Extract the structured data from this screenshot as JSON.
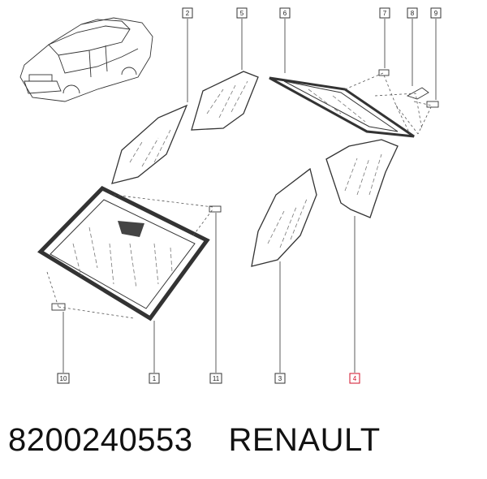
{
  "callouts": [
    {
      "label": "1",
      "highlight": false
    },
    {
      "label": "2",
      "highlight": false
    },
    {
      "label": "3",
      "highlight": false
    },
    {
      "label": "4",
      "highlight": true
    },
    {
      "label": "5",
      "highlight": false
    },
    {
      "label": "6",
      "highlight": false
    },
    {
      "label": "7",
      "highlight": false
    },
    {
      "label": "8",
      "highlight": false
    },
    {
      "label": "9",
      "highlight": false
    },
    {
      "label": "10",
      "highlight": false
    },
    {
      "label": "11",
      "highlight": false
    }
  ],
  "footer": {
    "part_number": "8200240553",
    "brand": "RENAULT"
  },
  "colors": {
    "highlight": "#d0102a",
    "line": "#333333"
  }
}
